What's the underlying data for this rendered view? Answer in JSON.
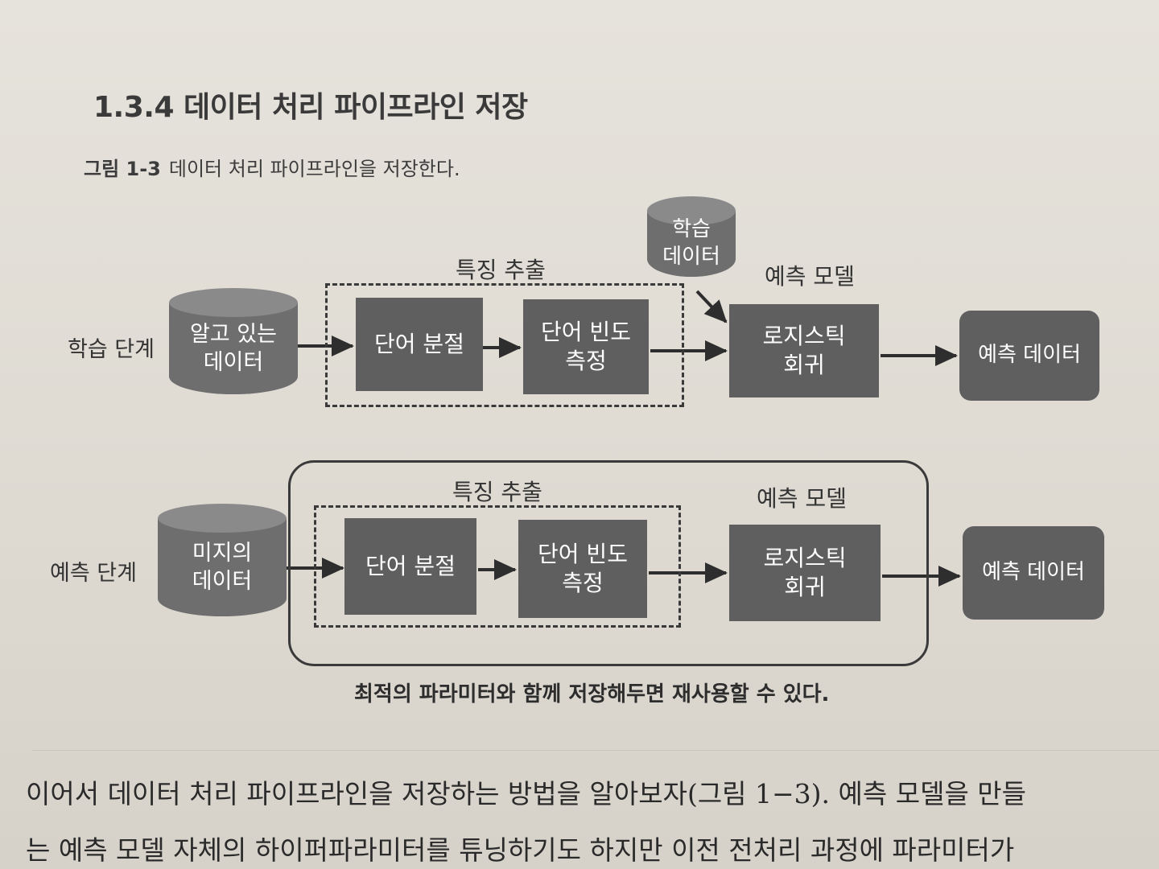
{
  "section": {
    "number": "1.3.4",
    "title": "데이터 처리 파이프라인 저장"
  },
  "figure": {
    "number": "그림 1-3",
    "caption": "데이터 처리 파이프라인을 저장한다."
  },
  "diagram": {
    "training_stage": {
      "label": "학습 단계",
      "source": "알고 있는\n데이터",
      "feature_group_label": "특징 추출",
      "step1": "단어 분절",
      "step2": "단어 빈도\n측정",
      "training_data": "학습\n데이터",
      "model_label": "예측 모델",
      "model": "로지스틱\n회귀",
      "output": "예측 데이터"
    },
    "prediction_stage": {
      "label": "예측 단계",
      "source": "미지의\n데이터",
      "feature_group_label": "특징 추출",
      "step1": "단어 분절",
      "step2": "단어 빈도\n측정",
      "model_label": "예측 모델",
      "model": "로지스틱\n회귀",
      "output": "예측 데이터"
    },
    "note": "최적의 파라미터와 함께 저장해두면 재사용할 수 있다."
  },
  "body": {
    "line1": "이어서 데이터 처리 파이프라인을 저장하는 방법을 알아보자(그림 1−3). 예측 모델을 만들",
    "line2": "는 예측 모델 자체의 하이퍼파라미터를 튜닝하기도 하지만 이전 전처리 과정에 파라미터가"
  },
  "colors": {
    "box": "#5f5f5f",
    "cylinder": "#6e6e6e",
    "line": "#3a3a3a",
    "paper": "#e3e0d9"
  }
}
